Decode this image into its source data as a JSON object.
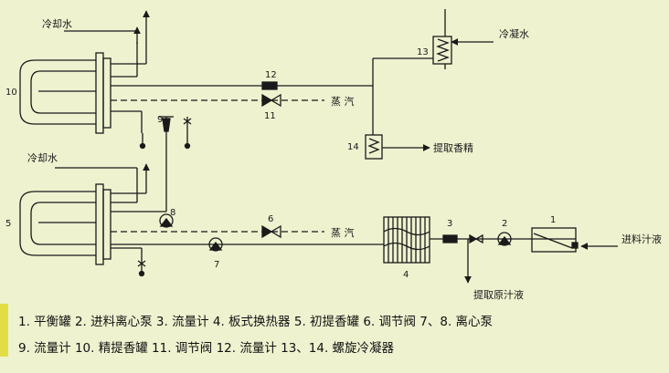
{
  "labels": {
    "cooling_water_top": "冷却水",
    "cooling_water_bottom": "冷却水",
    "condensing_water": "冷凝水",
    "steam_top": "蒸 汽",
    "steam_bottom": "蒸 汽",
    "extract_aroma": "提取香精",
    "extract_juice": "提取原汁液",
    "feed_juice": "进料汁液"
  },
  "numbers": {
    "n1": "1",
    "n2": "2",
    "n3": "3",
    "n4": "4",
    "n5": "5",
    "n6": "6",
    "n7": "7",
    "n8": "8",
    "n9": "9",
    "n10": "10",
    "n11": "11",
    "n12": "12",
    "n13": "13",
    "n14": "14"
  },
  "legend": {
    "line1": "1. 平衡罐  2. 进料离心泵  3. 流量计  4. 板式换热器  5. 初提香罐  6. 调节阀  7、8. 离心泵",
    "line2": "9. 流量计  10. 精提香罐  11. 调节阀  12. 流量计  13、14. 螺旋冷凝器"
  }
}
